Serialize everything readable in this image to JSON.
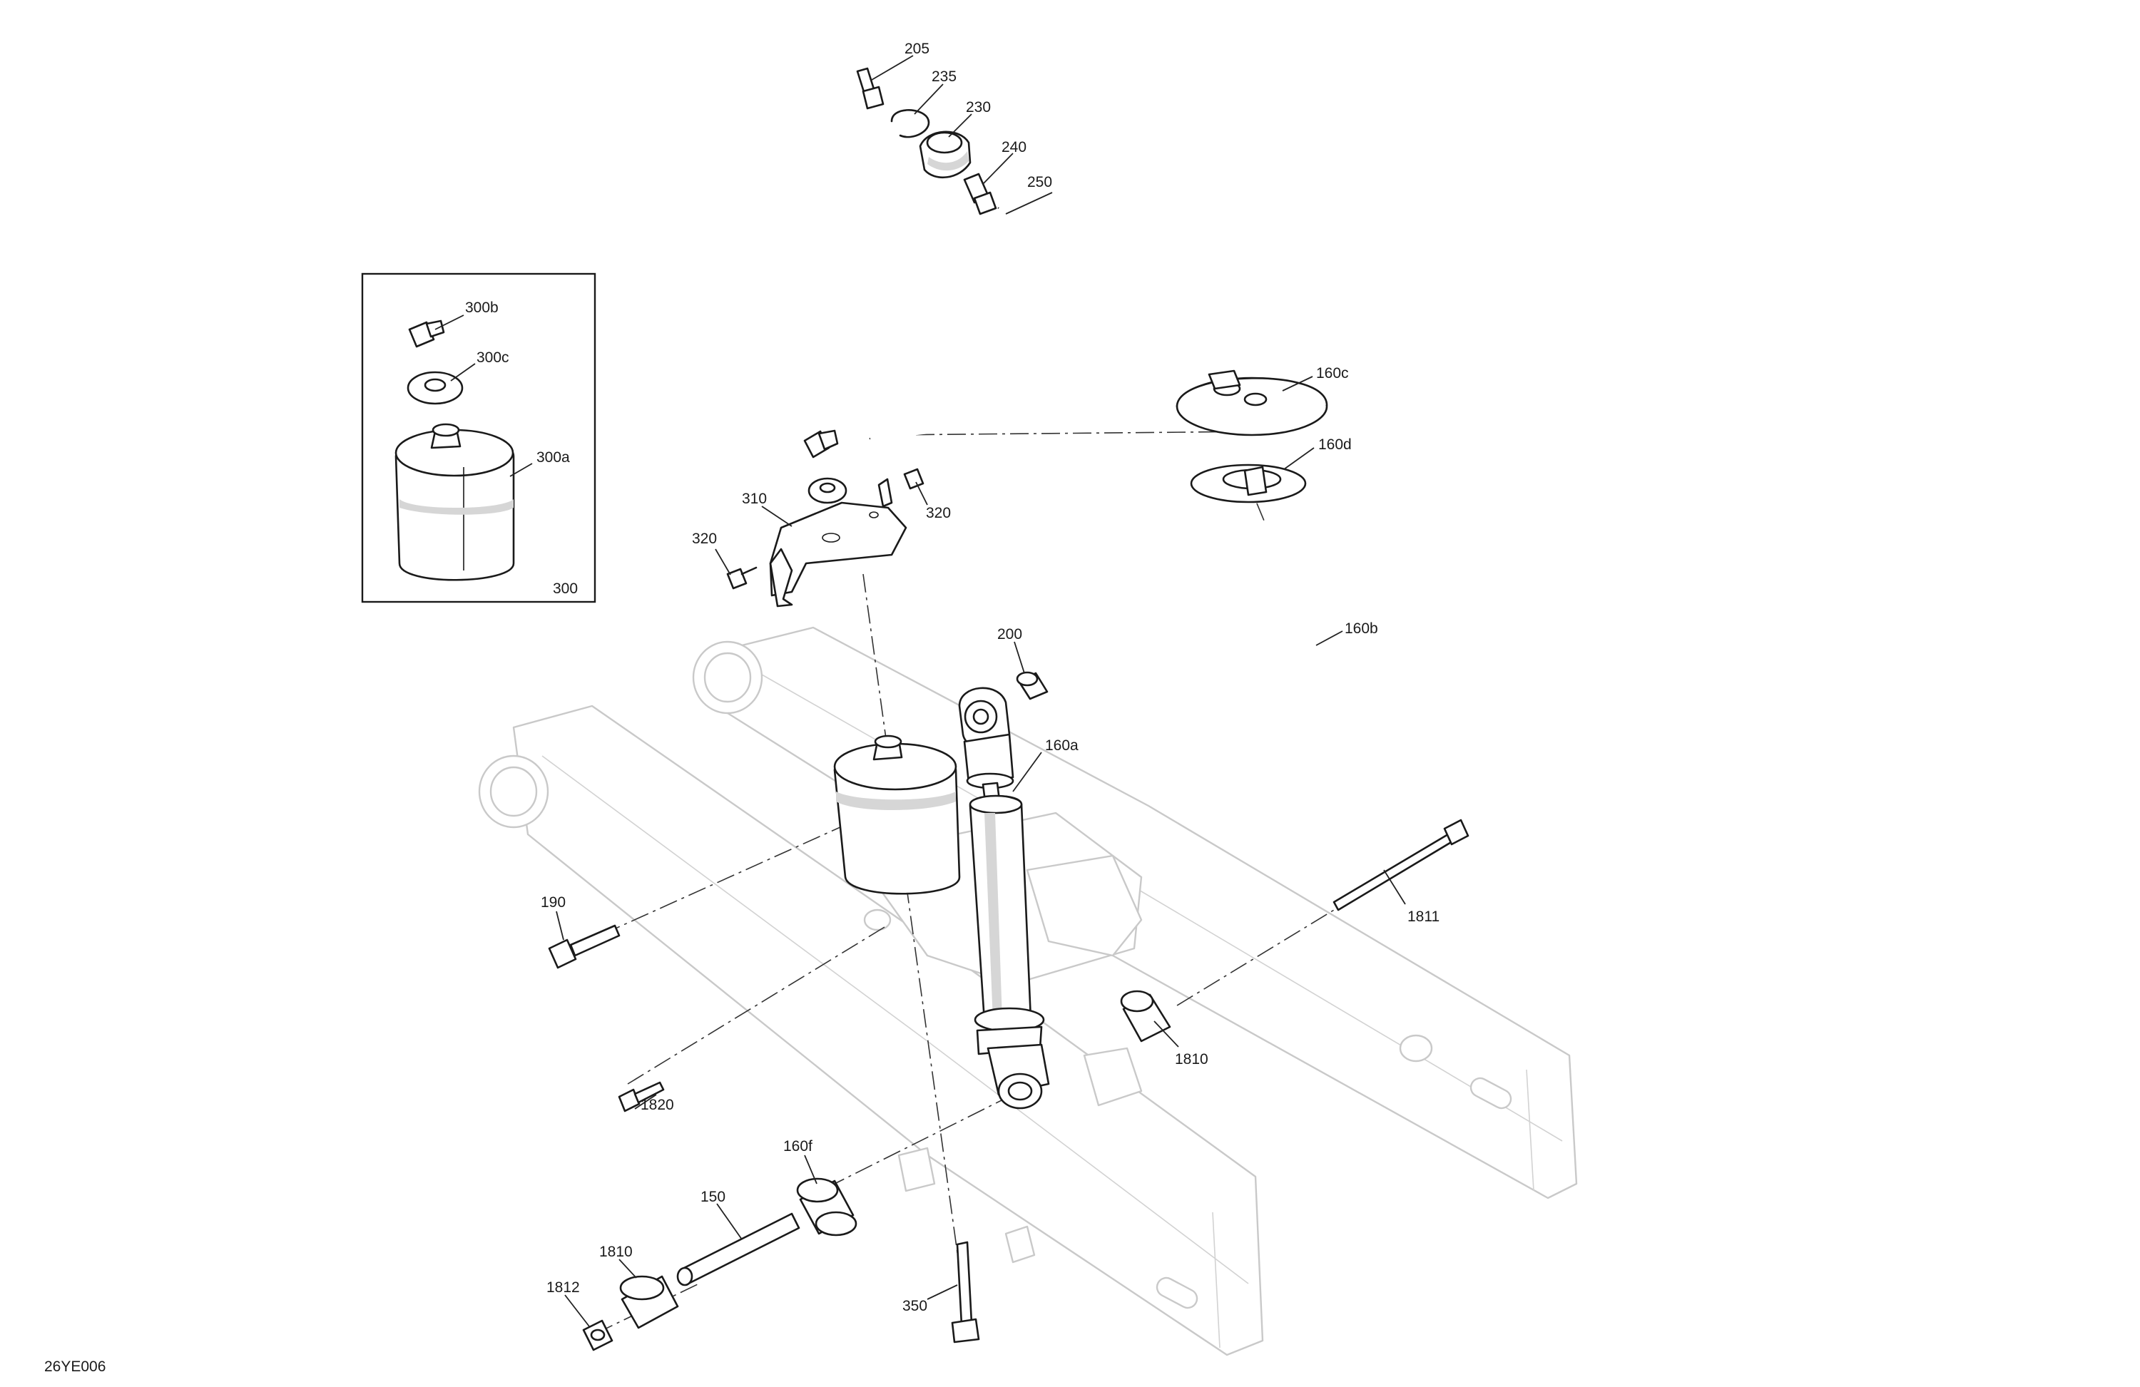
{
  "figure_code": "26YE006",
  "callouts": {
    "c205": "205",
    "c235": "235",
    "c230": "230",
    "c240": "240",
    "c250": "250",
    "c300b": "300b",
    "c300c": "300c",
    "c300a": "300a",
    "c300": "300",
    "c310": "310",
    "c320a": "320",
    "c320b": "320",
    "c160c": "160c",
    "c160d": "160d",
    "c160b": "160b",
    "c200": "200",
    "c160a": "160a",
    "c190": "190",
    "c1811": "1811",
    "c1810a": "1810",
    "c1820": "1820",
    "c160f": "160f",
    "c150": "150",
    "c1810b": "1810",
    "c1812": "1812",
    "c350": "350"
  }
}
